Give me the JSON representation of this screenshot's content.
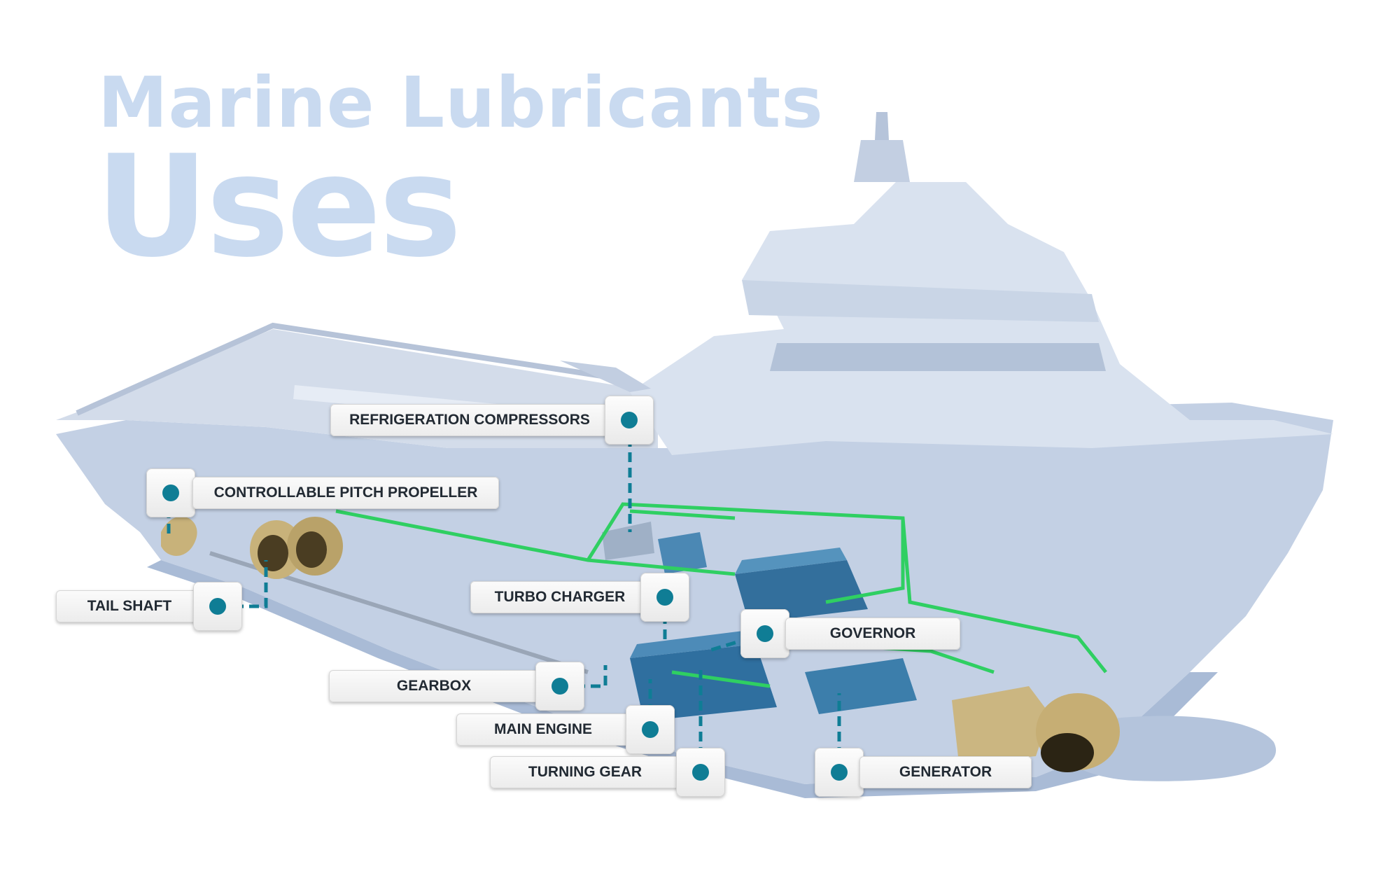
{
  "title": {
    "line1": "Marine Lubricants",
    "line2": "Uses"
  },
  "labels": {
    "refrigeration_compressors": "REFRIGERATION COMPRESSORS",
    "controllable_pitch_propeller": "CONTROLLABLE PITCH PROPELLER",
    "tail_shaft": "TAIL SHAFT",
    "turbo_charger": "TURBO CHARGER",
    "governor": "GOVERNOR",
    "gearbox": "GEARBOX",
    "main_engine": "MAIN ENGINE",
    "turning_gear": "TURNING GEAR",
    "generator": "GENERATOR"
  },
  "colors": {
    "title": "#c9daf0",
    "hull": "#c7d3e6",
    "hull_dark": "#aebfd8",
    "superstructure": "#dde6f2",
    "engine_blue": "#2f6f9f",
    "pipe_green": "#2fcf62",
    "leader_teal": "#0f7d95",
    "brass": "#c8b27a"
  }
}
